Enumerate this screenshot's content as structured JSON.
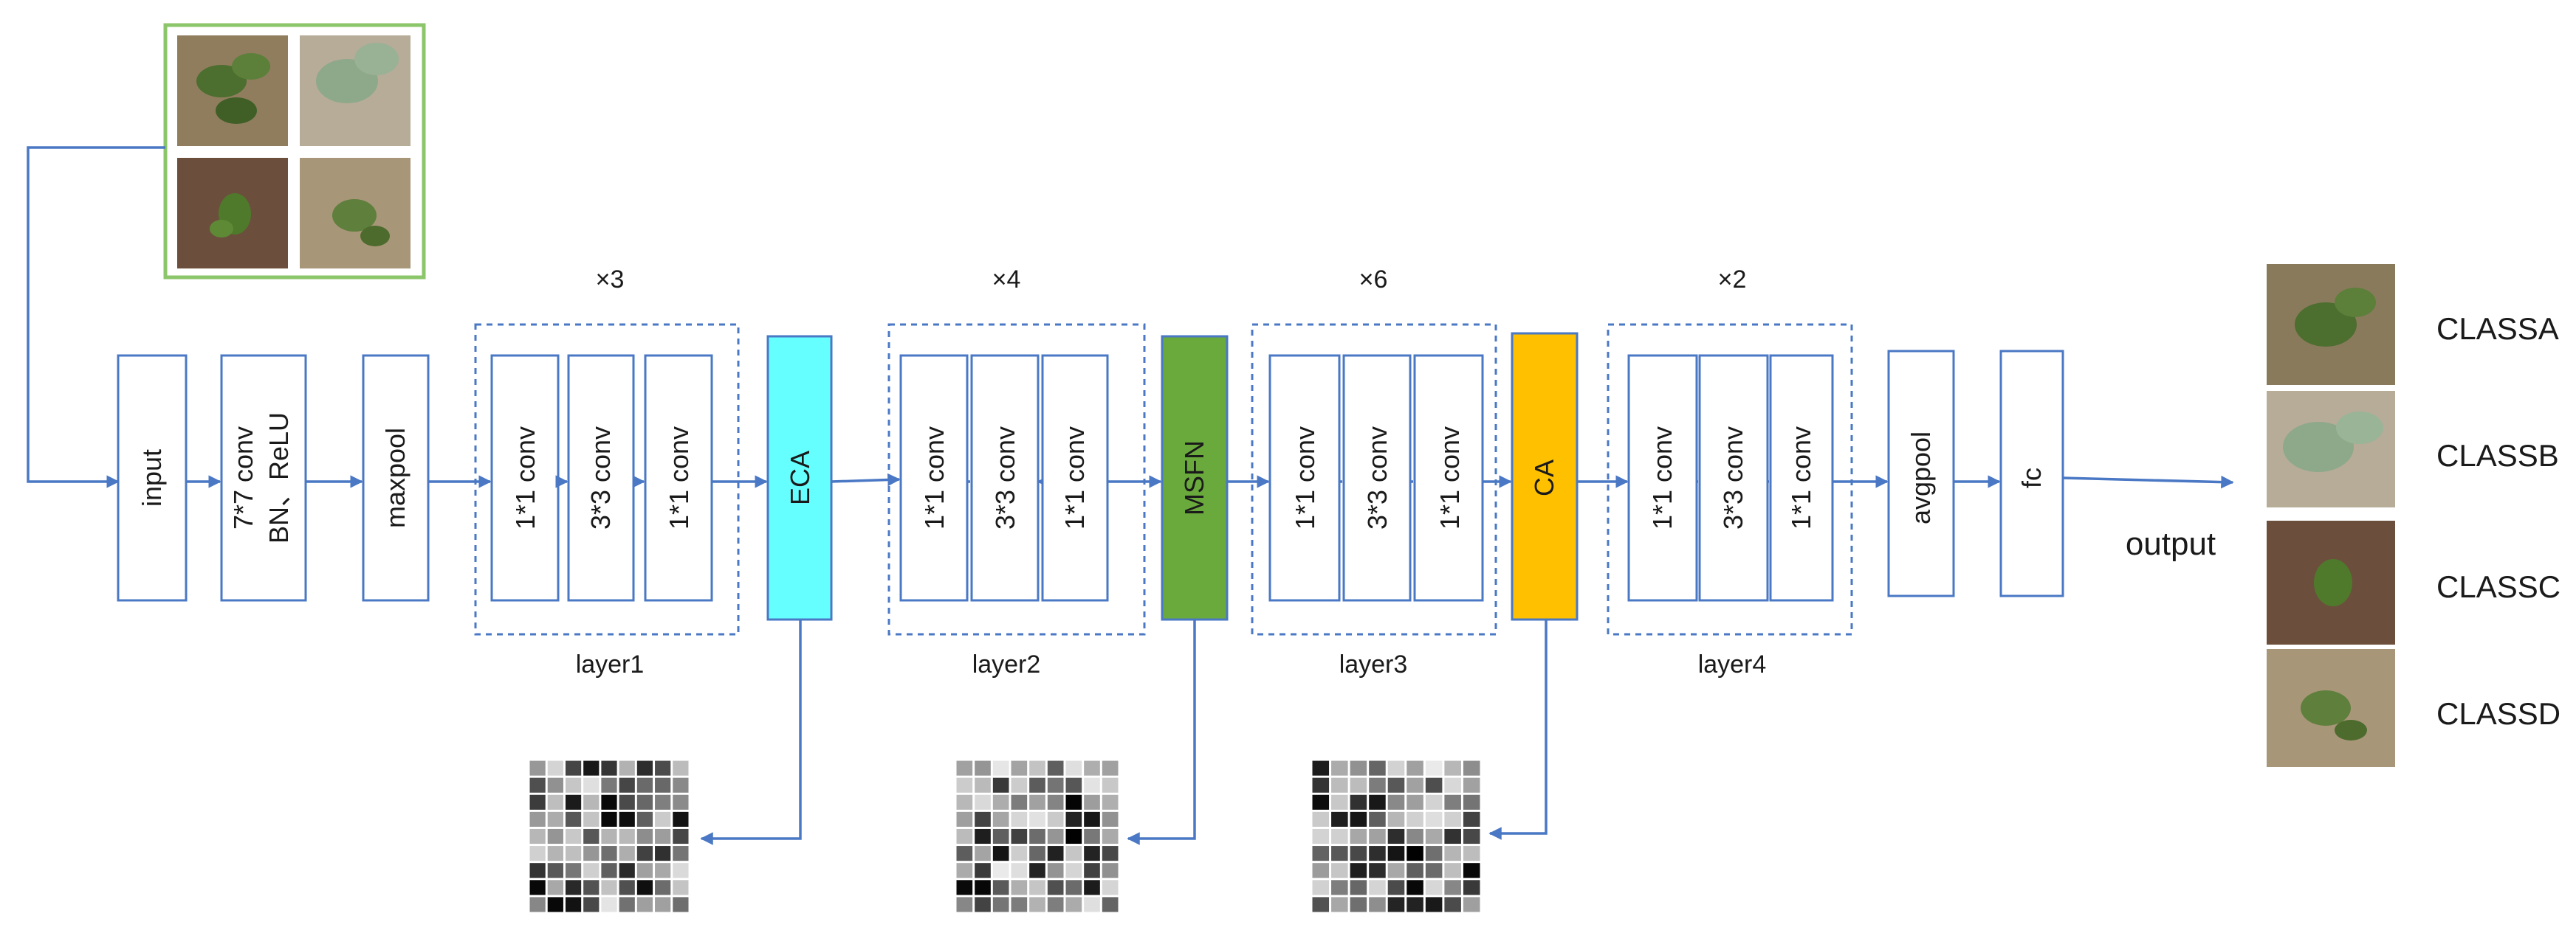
{
  "blocks": {
    "input": "input",
    "stem": [
      "7*7 conv",
      "BN、ReLU"
    ],
    "maxpool": "maxpool",
    "eca": "ECA",
    "msfn": "MSFN",
    "ca": "CA",
    "avgpool": "avgpool",
    "fc": "fc"
  },
  "layers": [
    {
      "name": "layer1",
      "repeat": "×3",
      "convs": [
        "1*1 conv",
        "3*3 conv",
        "1*1 conv"
      ]
    },
    {
      "name": "layer2",
      "repeat": "×4",
      "convs": [
        "1*1 conv",
        "3*3 conv",
        "1*1 conv"
      ]
    },
    {
      "name": "layer3",
      "repeat": "×6",
      "convs": [
        "1*1 conv",
        "3*3 conv",
        "1*1 conv"
      ]
    },
    {
      "name": "layer4",
      "repeat": "×2",
      "convs": [
        "1*1 conv",
        "3*3 conv",
        "1*1 conv"
      ]
    }
  ],
  "output_label": "output",
  "classes": [
    "CLASSA",
    "CLASSB",
    "CLASSC",
    "CLASSD"
  ],
  "colors": {
    "line": "#4a78c4",
    "eca": "#66ffff",
    "msfn": "#6aaa3c",
    "ca": "#ffc000",
    "input_frame": "#8cc66a",
    "soil_dark": "#6b5040",
    "soil_light": "#b9a890",
    "leaf": "#5d7a3e"
  }
}
